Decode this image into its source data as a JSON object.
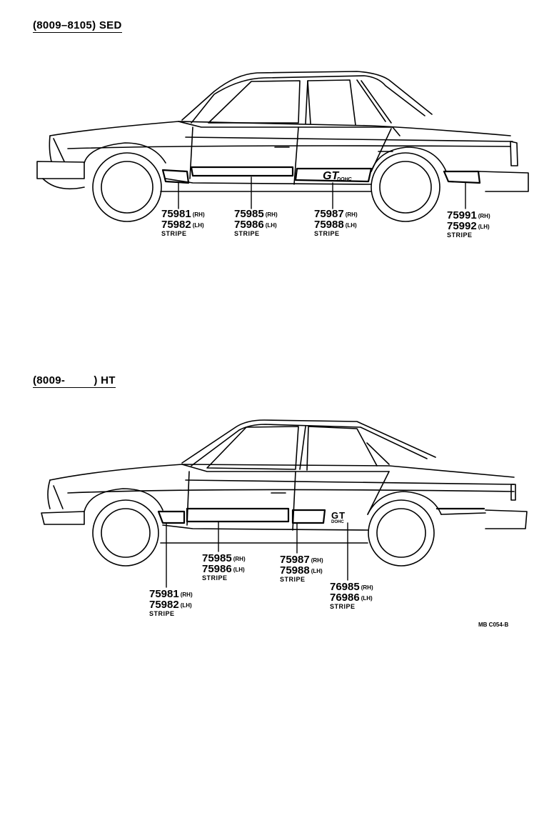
{
  "sedan": {
    "title": "(8009–8105) SED",
    "emblem": "GT",
    "emblem_sub": "DOHC",
    "callouts": [
      {
        "part_rh": "75981",
        "side_rh": "(RH)",
        "part_lh": "75982",
        "side_lh": "(LH)",
        "name": "STRIPE"
      },
      {
        "part_rh": "75985",
        "side_rh": "(RH)",
        "part_lh": "75986",
        "side_lh": "(LH)",
        "name": "STRIPE"
      },
      {
        "part_rh": "75987",
        "side_rh": "(RH)",
        "part_lh": "75988",
        "side_lh": "(LH)",
        "name": "STRIPE"
      },
      {
        "part_rh": "75991",
        "side_rh": "(RH)",
        "part_lh": "75992",
        "side_lh": "(LH)",
        "name": "STRIPE"
      }
    ]
  },
  "hardtop": {
    "title": "(8009-         ) HT",
    "emblem": "GT",
    "emblem_sub": "DOHC",
    "callouts": [
      {
        "part_rh": "75985",
        "side_rh": "(RH)",
        "part_lh": "75986",
        "side_lh": "(LH)",
        "name": "STRIPE"
      },
      {
        "part_rh": "75987",
        "side_rh": "(RH)",
        "part_lh": "75988",
        "side_lh": "(LH)",
        "name": "STRIPE"
      },
      {
        "part_rh": "75981",
        "side_rh": "(RH)",
        "part_lh": "75982",
        "side_lh": "(LH)",
        "name": "STRIPE"
      },
      {
        "part_rh": "76985",
        "side_rh": "(RH)",
        "part_lh": "76986",
        "side_lh": "(LH)",
        "name": "STRIPE"
      }
    ]
  },
  "reference_code": "MB C054-B"
}
